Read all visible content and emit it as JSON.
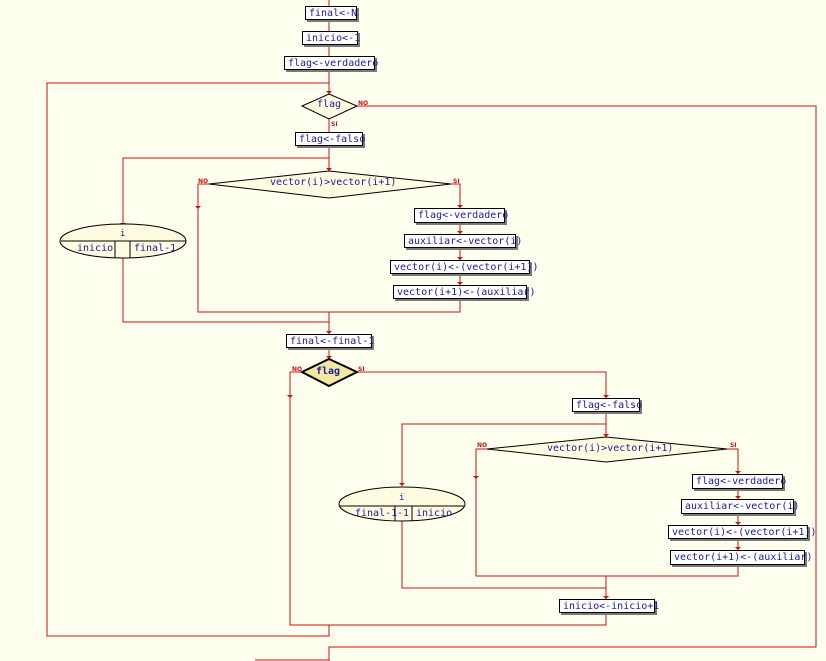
{
  "colors": {
    "background": "#fffff0",
    "flow_line": "#cc1111",
    "text": "#1a1aa0",
    "decision_fill": "#fffbe0",
    "decision_fill_active": "#f2e9a0",
    "box_shadow": "#7a7a7a"
  },
  "nodes": {
    "final_n": "final<-N",
    "inicio_1": "inicio<-1",
    "flag_true_1": "flag<-verdadero",
    "decision_flag_1": "flag",
    "flag_false_1": "flag<-falso",
    "loop1_var": "i",
    "loop1_start": "inicio",
    "loop1_end": "final-1",
    "decision_compare_1": "vector(i)>vector(i+1)",
    "flag_true_2": "flag<-verdadero",
    "aux_1": "auxiliar<-vector(i)",
    "swap_a_1": "vector(i)<-(vector(i+1))",
    "swap_b_1": "vector(i+1)<-(auxiliar)",
    "final_dec": "final<-final-1",
    "decision_flag_2": "flag",
    "flag_false_2": "flag<-falso",
    "loop2_var": "i",
    "loop2_start": "final-1",
    "loop2_step": "-1",
    "loop2_end": "inicio",
    "decision_compare_2": "vector(i)>vector(i+1)",
    "flag_true_3": "flag<-verdadero",
    "aux_2": "auxiliar<-vector(i)",
    "swap_a_2": "vector(i)<-(vector(i+1))",
    "swap_b_2": "vector(i+1)<-(auxiliar)",
    "inicio_inc": "inicio<-inicio+1"
  },
  "branch_labels": {
    "no": "NO",
    "yes": "SI"
  }
}
